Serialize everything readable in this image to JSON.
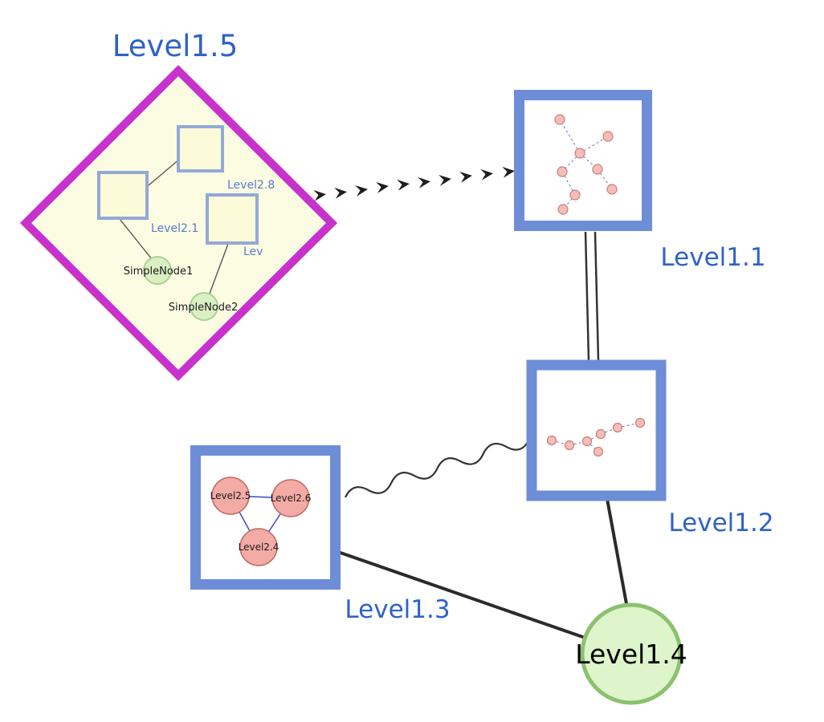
{
  "labels": {
    "level1_5": "Level1.5",
    "level1_1": "Level1.1",
    "level1_2": "Level1.2",
    "level1_3": "Level1.3",
    "level1_4": "Level1.4",
    "level2_8": "Level2.8",
    "level2_1": "Level2.1",
    "level2_truncated": "Lev",
    "simple_node1": "SimpleNode1",
    "simple_node2": "SimpleNode2",
    "level2_5": "Level2.5",
    "level2_6": "Level2.6",
    "level2_4": "Level2.4"
  },
  "edges": [
    {
      "from": "Level1.5",
      "to": "Level1.1",
      "style": "dashed-chevron-arrow"
    },
    {
      "from": "Level1.1",
      "to": "Level1.2",
      "style": "double-line"
    },
    {
      "from": "Level1.3",
      "to": "Level1.2",
      "style": "wavy-line"
    },
    {
      "from": "Level1.3",
      "to": "Level1.4",
      "style": "solid-line"
    },
    {
      "from": "Level1.2",
      "to": "Level1.4",
      "style": "solid-line"
    },
    {
      "from": "Level2.1",
      "to": "SimpleNode1",
      "style": "thin-line"
    },
    {
      "from": "Lev",
      "to": "SimpleNode2",
      "style": "thin-line"
    },
    {
      "from": "Level2.1",
      "to": "Level2.8",
      "style": "thin-line"
    },
    {
      "from": "Level2.5",
      "to": "Level2.6",
      "style": "thin-blue-line"
    },
    {
      "from": "Level2.5",
      "to": "Level2.4",
      "style": "thin-blue-line"
    },
    {
      "from": "Level2.6",
      "to": "Level2.4",
      "style": "thin-blue-line"
    }
  ],
  "colors": {
    "label_blue": "#2f62c8",
    "node_border_blue": "#6d8dd6",
    "diamond_magenta": "#c832cc",
    "diamond_fill": "#fcfce3",
    "green_fill": "#def4cb",
    "green_border": "#8bc16e",
    "pink_fill": "#f3aba5",
    "edge_black": "#2b2b2b"
  }
}
